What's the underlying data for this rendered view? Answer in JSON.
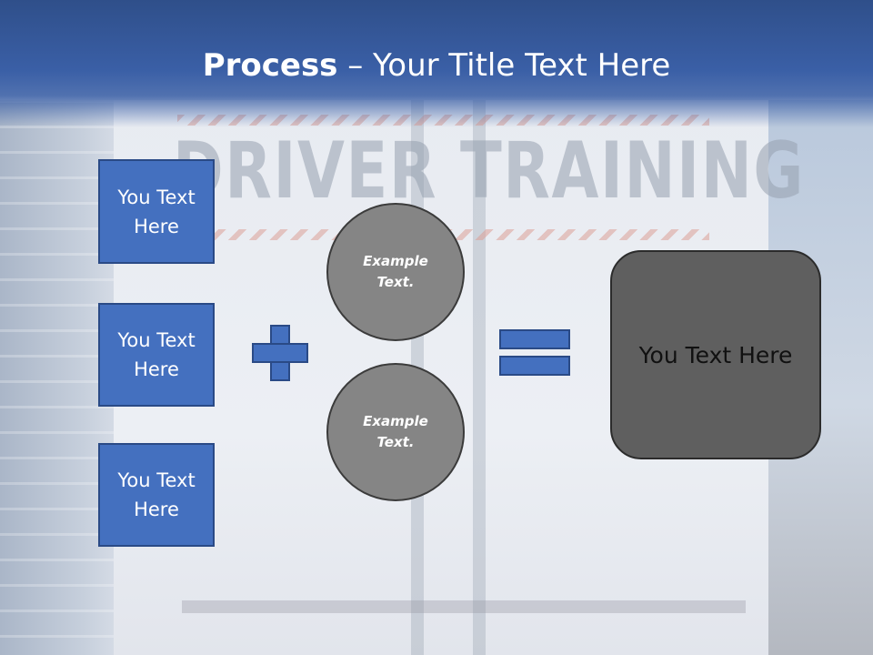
{
  "slide": {
    "title_bold": "Process",
    "title_rest": " – Your Title Text Here",
    "background_text": "DRIVER TRAINING",
    "boxes": [
      {
        "label": "You Text Here"
      },
      {
        "label": "You Text Here"
      },
      {
        "label": "You Text Here"
      }
    ],
    "circles": [
      {
        "label": "Example Text."
      },
      {
        "label": "Example Text."
      }
    ],
    "result": {
      "label": "You Text Here"
    }
  },
  "colors": {
    "accent_blue": "#4470bf",
    "title_banner": "#3a5fa6",
    "circle_gray": "#858585",
    "result_gray": "#5f5f5f"
  },
  "icons": [
    "plus-icon",
    "equals-icon"
  ]
}
